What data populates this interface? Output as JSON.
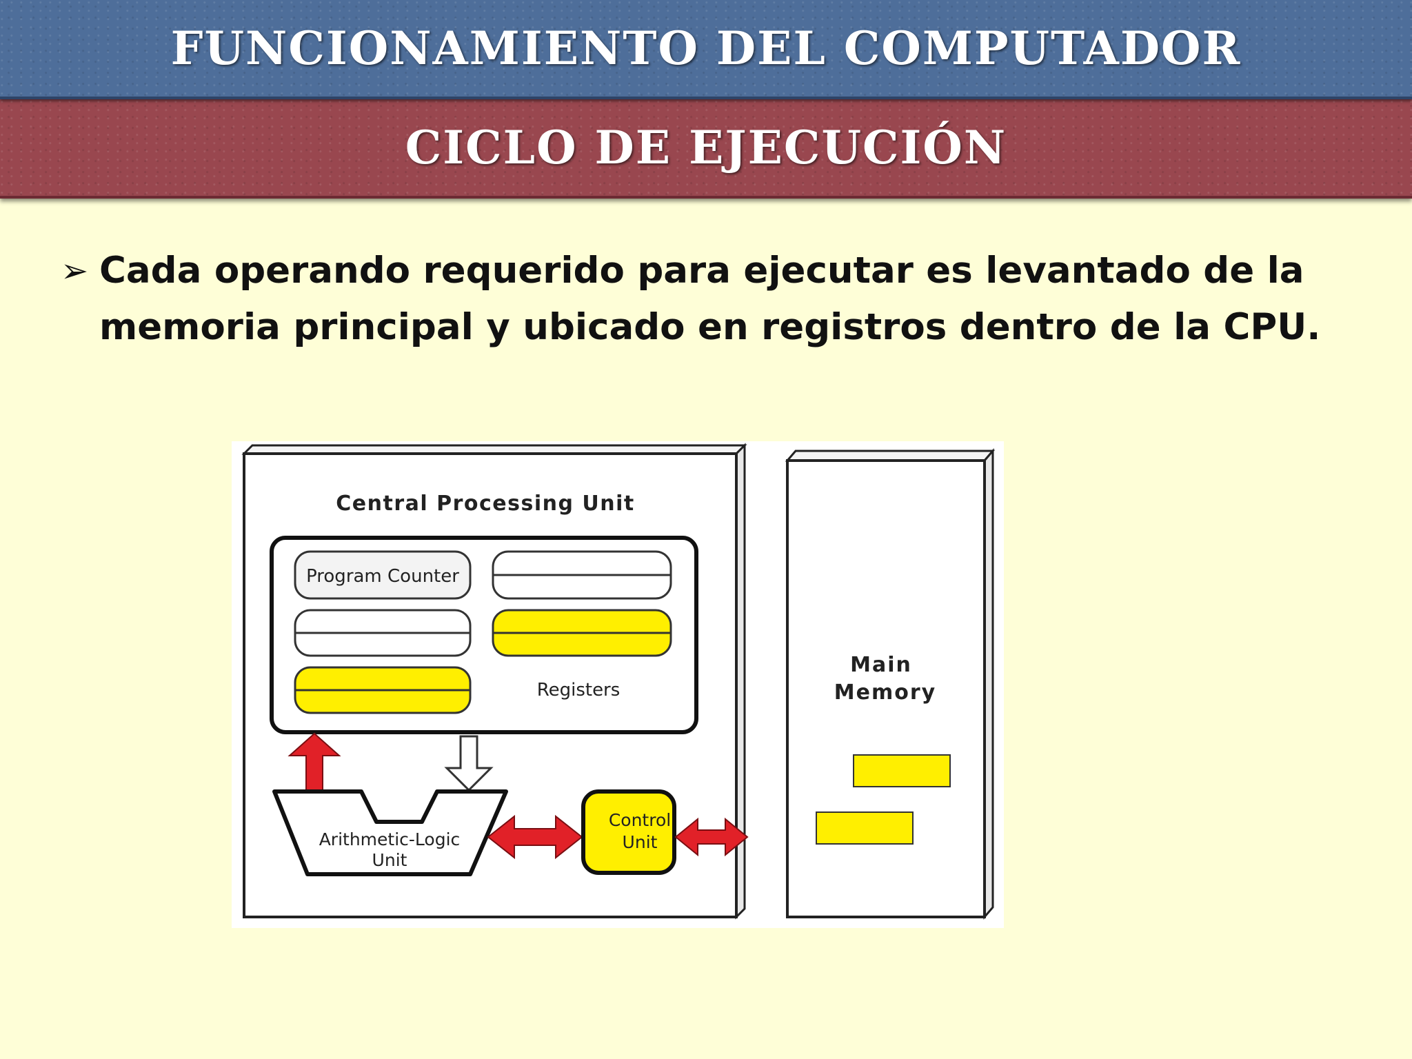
{
  "header": {
    "title": "FUNCIONAMIENTO DEL COMPUTADOR",
    "subtitle": "CICLO DE EJECUCIÓN"
  },
  "content": {
    "bullet_text": "Cada operando requerido para ejecutar es levantado de la memoria principal y ubicado en registros dentro de la CPU."
  },
  "diagram": {
    "cpu_label": "Central Processing Unit",
    "program_counter": "Program Counter",
    "registers_label": "Registers",
    "alu_line1": "Arithmetic-Logic",
    "alu_line2": "Unit",
    "control_line1": "Control",
    "control_line2": "Unit",
    "memory_line1": "Main",
    "memory_line2": "Memory"
  },
  "colors": {
    "highlight_yellow": "#ffef00",
    "arrow_red": "#e12128",
    "blue_band": "#4e6e9a",
    "red_band": "#99474f",
    "page_background": "#fefed7"
  }
}
